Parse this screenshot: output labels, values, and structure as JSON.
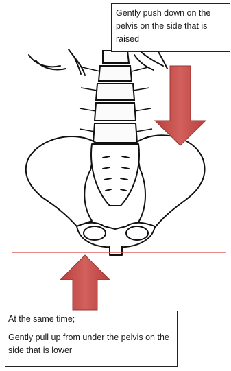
{
  "callouts": {
    "top": {
      "text": "Gently push down on the pelvis on the side that is raised"
    },
    "bottom": {
      "line1": "At the same time;",
      "line2": "Gently pull up from under the pelvis on the side that is lower"
    }
  },
  "arrows": {
    "top": {
      "direction": "down",
      "color": "#c0504d"
    },
    "bottom": {
      "direction": "up",
      "color": "#c0504d"
    }
  },
  "colors": {
    "line": "#000000",
    "reference_line": "#e06060"
  }
}
